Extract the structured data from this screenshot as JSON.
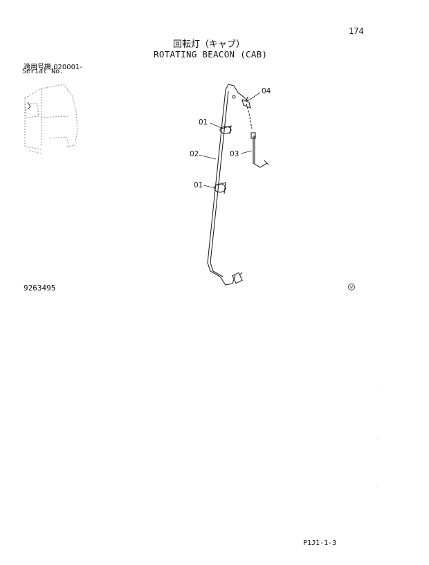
{
  "header": {
    "page_number": "174",
    "title_jp": "回転灯（キャブ）",
    "title_en": "ROTATING BEACON (CAB)"
  },
  "applicability": {
    "label_jp": "適用号機",
    "serial_from": "020001-",
    "label_en": "Serial No."
  },
  "callouts": [
    "04",
    "01",
    "02",
    "03",
    "01"
  ],
  "document_number": "9263495",
  "footer_code": "P1J1-1-3",
  "icons": {
    "region_mark": "circled-letter-icon"
  }
}
